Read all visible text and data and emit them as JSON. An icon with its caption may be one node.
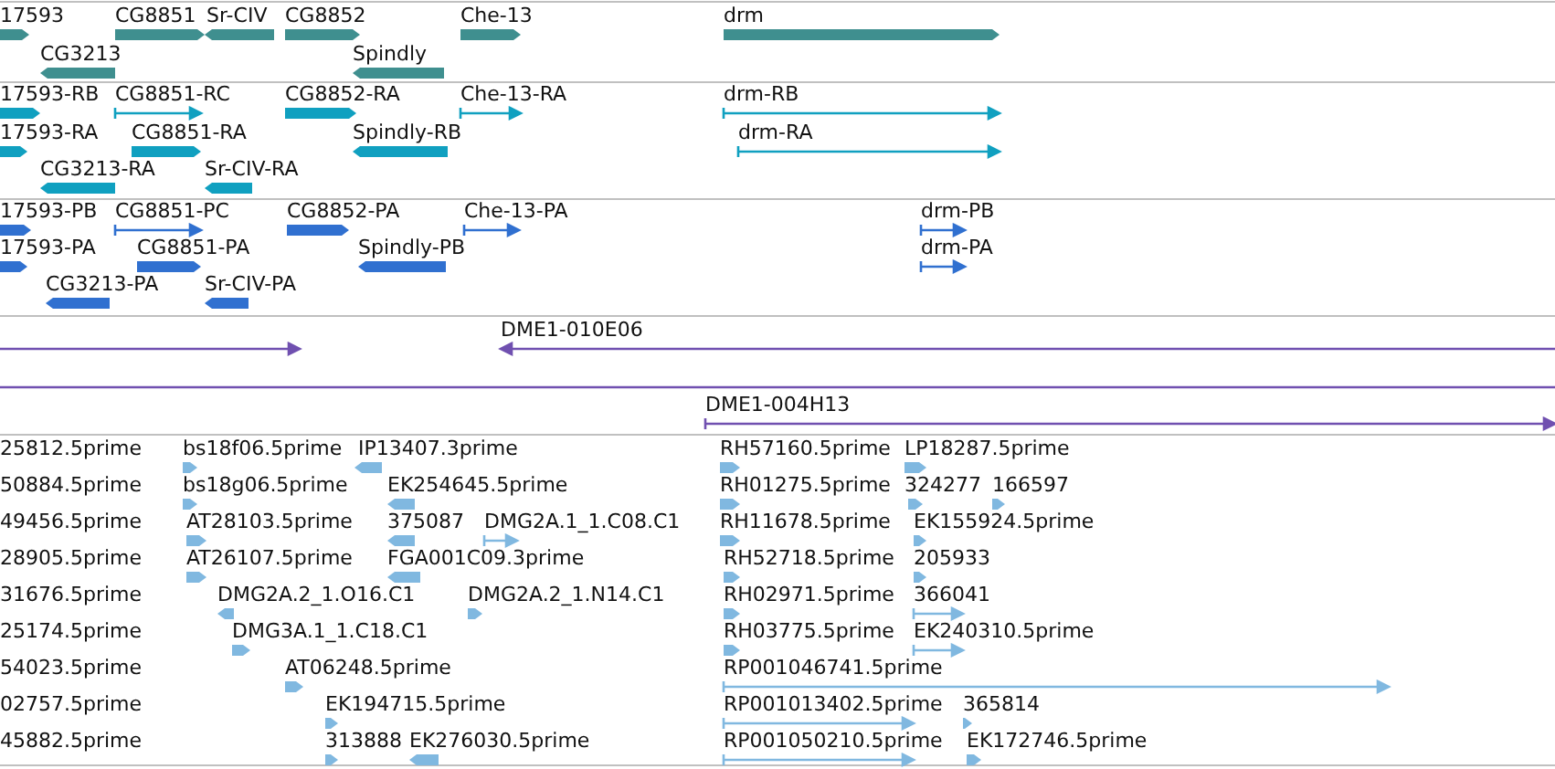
{
  "diagram": {
    "labels": [
      "17593",
      "CG8851",
      "Sr-CIV",
      "CG8852",
      "Che-13",
      "drm",
      "CG3213",
      "Spindly",
      "17593-RB",
      "CG8851-RC",
      "CG8852-RA",
      "Che-13-RA",
      "drm-RB",
      "17593-RA",
      "CG8851-RA",
      "Spindly-RB",
      "drm-RA",
      "CG3213-RA",
      "Sr-CIV-RA",
      "17593-PB",
      "CG8851-PC",
      "CG8852-PA",
      "Che-13-PA",
      "drm-PB",
      "17593-PA",
      "CG8851-PA",
      "Spindly-PB",
      "drm-PA",
      "CG3213-PA",
      "Sr-CIV-PA",
      "DME1-010E06",
      "DME1-004H13",
      "25812.5prime",
      "bs18f06.5prime",
      "IP13407.3prime",
      "RH57160.5prime",
      "LP18287.5prime",
      "50884.5prime",
      "bs18g06.5prime",
      "EK254645.5prime",
      "RH01275.5prime",
      "324277",
      "166597",
      "49456.5prime",
      "AT28103.5prime",
      "375087",
      "DMG2A.1_1.C08.C1",
      "RH11678.5prime",
      "EK155924.5prime",
      "28905.5prime",
      "AT26107.5prime",
      "FGA001C09.3prime",
      "RH52718.5prime",
      "205933",
      "31676.5prime",
      "DMG2A.2_1.O16.C1",
      "DMG2A.2_1.N14.C1",
      "RH02971.5prime",
      "366041",
      "25174.5prime",
      "DMG3A.1_1.C18.C1",
      "RH03775.5prime",
      "EK240310.5prime",
      "54023.5prime",
      "AT06248.5prime",
      "RP001046741.5prime",
      "02757.5prime",
      "EK194715.5prime",
      "RP001013402.5prime",
      "365814",
      "45882.5prime",
      "313888",
      "EK276030.5prime",
      "RP001050210.5prime",
      "EK172746.5prime"
    ]
  }
}
